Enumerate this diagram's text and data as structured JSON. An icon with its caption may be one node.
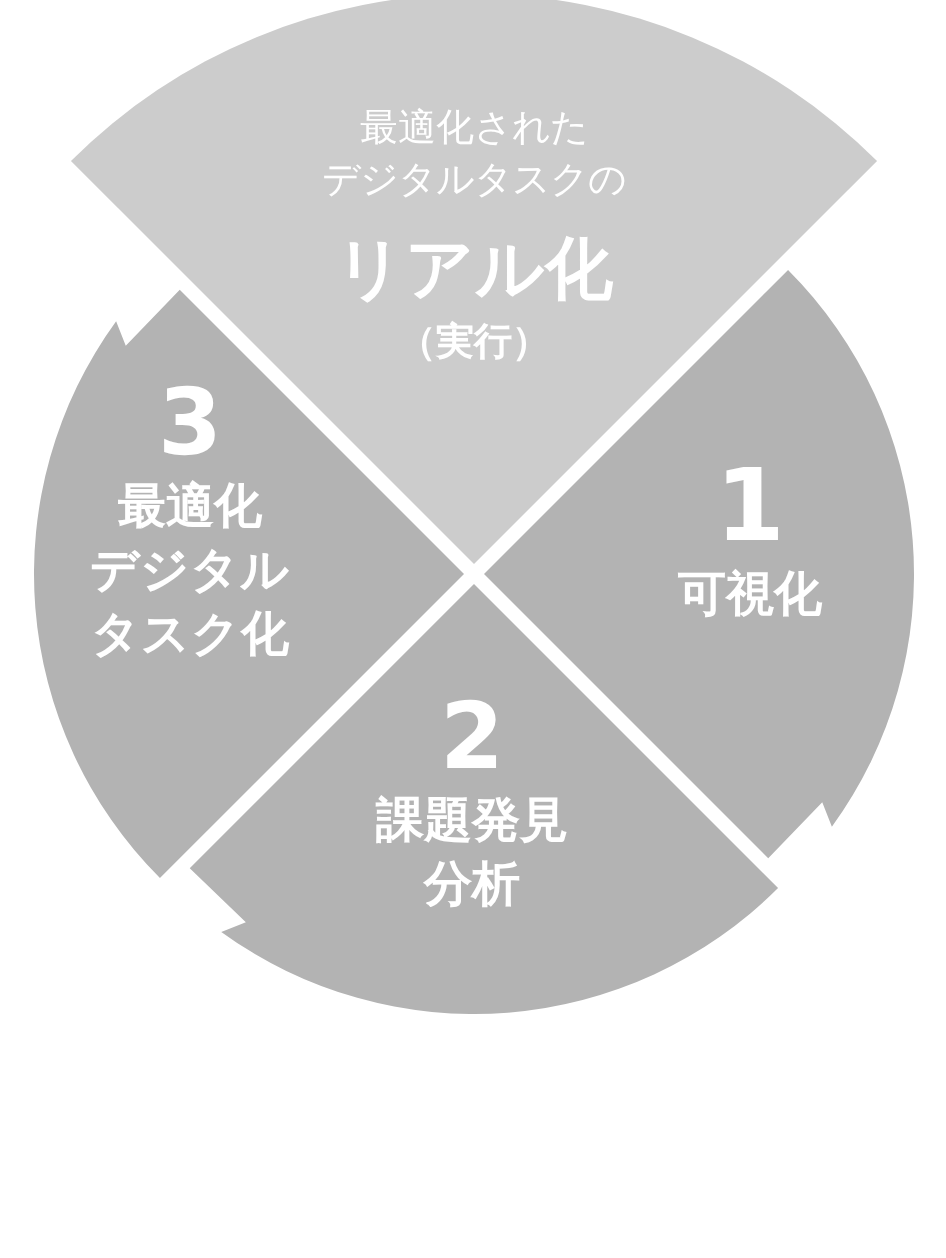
{
  "diagram": {
    "nodes": [
      {
        "text": [
          "最適化されたデジタルタスクの",
          "リアル化",
          "（実行）"
        ]
      },
      {
        "text": [
          "1",
          "可視化"
        ]
      },
      {
        "text": [
          "2",
          "課題発見分析"
        ]
      },
      {
        "text": [
          "3",
          "最適化デジタルタスク化"
        ]
      }
    ]
  }
}
